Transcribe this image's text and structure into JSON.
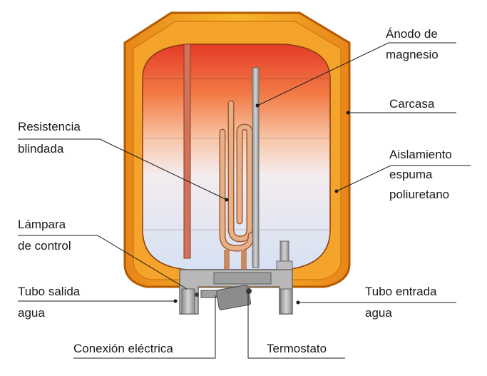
{
  "diagram": {
    "labels": {
      "anodo_line1": "Ánodo de",
      "anodo_line2": "magnesio",
      "carcasa": "Carcasa",
      "aislamiento_line1": "Aislamiento",
      "aislamiento_line2": "espuma",
      "aislamiento_line3": "poliuretano",
      "resistencia_line1": "Resistencia",
      "resistencia_line2": "blindada",
      "lampara_line1": "Lámpara",
      "lampara_line2": "de control",
      "tubo_salida_line1": "Tubo salida",
      "tubo_salida_line2": "agua",
      "tubo_entrada_line1": "Tubo entrada",
      "tubo_entrada_line2": "agua",
      "conexion": "Conexión eléctrica",
      "termostato": "Termostato"
    },
    "colors": {
      "casing": "#f2a81d",
      "casing_edge": "#c96a00",
      "insulation": "#e8791c",
      "water_hot": "#e8442a",
      "water_cold": "#dde6f5",
      "copper": "#e0a070",
      "rod": "#c8c8c8",
      "hardware": "#a8a8a8"
    }
  }
}
